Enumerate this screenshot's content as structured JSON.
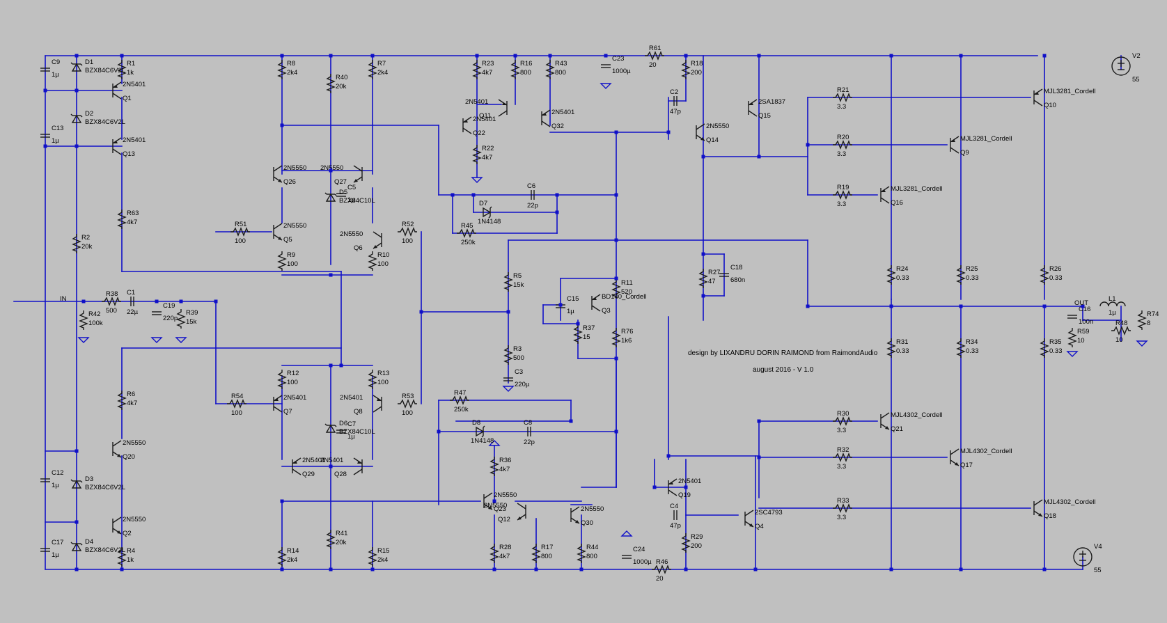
{
  "credits": {
    "designer": "design by LIXANDRU DORIN RAIMOND from RaimondAudio",
    "date": "august 2016 - V 1.0"
  },
  "ports": {
    "input": "IN",
    "output": "OUT"
  },
  "sources": [
    {
      "ref": "V2",
      "value": "55"
    },
    {
      "ref": "V4",
      "value": "55"
    }
  ],
  "resistors": [
    {
      "ref": "R1",
      "value": "1k"
    },
    {
      "ref": "R2",
      "value": "20k"
    },
    {
      "ref": "R3",
      "value": "500"
    },
    {
      "ref": "R4",
      "value": "1k"
    },
    {
      "ref": "R5",
      "value": "15k"
    },
    {
      "ref": "R6",
      "value": "4k7"
    },
    {
      "ref": "R7",
      "value": "2k4"
    },
    {
      "ref": "R8",
      "value": "2k4"
    },
    {
      "ref": "R9",
      "value": "100"
    },
    {
      "ref": "R10",
      "value": "100"
    },
    {
      "ref": "R11",
      "value": "520"
    },
    {
      "ref": "R12",
      "value": "100"
    },
    {
      "ref": "R13",
      "value": "100"
    },
    {
      "ref": "R14",
      "value": "2k4"
    },
    {
      "ref": "R15",
      "value": "2k4"
    },
    {
      "ref": "R16",
      "value": "800"
    },
    {
      "ref": "R17",
      "value": "800"
    },
    {
      "ref": "R18",
      "value": "200"
    },
    {
      "ref": "R19",
      "value": "3.3"
    },
    {
      "ref": "R20",
      "value": "3.3"
    },
    {
      "ref": "R21",
      "value": "3.3"
    },
    {
      "ref": "R22",
      "value": "4k7"
    },
    {
      "ref": "R23",
      "value": "4k7"
    },
    {
      "ref": "R24",
      "value": "0.33"
    },
    {
      "ref": "R25",
      "value": "0.33"
    },
    {
      "ref": "R26",
      "value": "0.33"
    },
    {
      "ref": "R27",
      "value": "47"
    },
    {
      "ref": "R28",
      "value": "4k7"
    },
    {
      "ref": "R29",
      "value": "200"
    },
    {
      "ref": "R30",
      "value": "3.3"
    },
    {
      "ref": "R31",
      "value": "0.33"
    },
    {
      "ref": "R32",
      "value": "3.3"
    },
    {
      "ref": "R33",
      "value": "3.3"
    },
    {
      "ref": "R34",
      "value": "0.33"
    },
    {
      "ref": "R35",
      "value": "0.33"
    },
    {
      "ref": "R36",
      "value": "4k7"
    },
    {
      "ref": "R37",
      "value": "15"
    },
    {
      "ref": "R38",
      "value": "500"
    },
    {
      "ref": "R39",
      "value": "15k"
    },
    {
      "ref": "R40",
      "value": "20k"
    },
    {
      "ref": "R41",
      "value": "20k"
    },
    {
      "ref": "R42",
      "value": "100k"
    },
    {
      "ref": "R43",
      "value": "800"
    },
    {
      "ref": "R44",
      "value": "800"
    },
    {
      "ref": "R45",
      "value": "250k"
    },
    {
      "ref": "R46",
      "value": "20"
    },
    {
      "ref": "R47",
      "value": "250k"
    },
    {
      "ref": "R48",
      "value": "10"
    },
    {
      "ref": "R51",
      "value": "100"
    },
    {
      "ref": "R52",
      "value": "100"
    },
    {
      "ref": "R53",
      "value": "100"
    },
    {
      "ref": "R54",
      "value": "100"
    },
    {
      "ref": "R59",
      "value": "10"
    },
    {
      "ref": "R61",
      "value": "20"
    },
    {
      "ref": "R63",
      "value": "4k7"
    },
    {
      "ref": "R74",
      "value": "8"
    },
    {
      "ref": "R76",
      "value": "1k6"
    }
  ],
  "capacitors": [
    {
      "ref": "C1",
      "value": "22µ"
    },
    {
      "ref": "C2",
      "value": "47p"
    },
    {
      "ref": "C3",
      "value": "220µ"
    },
    {
      "ref": "C4",
      "value": "47p"
    },
    {
      "ref": "C5",
      "value": "1µ"
    },
    {
      "ref": "C6",
      "value": "22p"
    },
    {
      "ref": "C7",
      "value": "1µ"
    },
    {
      "ref": "C8",
      "value": "22p"
    },
    {
      "ref": "C9",
      "value": "1µ"
    },
    {
      "ref": "C12",
      "value": "1µ"
    },
    {
      "ref": "C13",
      "value": "1µ"
    },
    {
      "ref": "C15",
      "value": "1µ"
    },
    {
      "ref": "C16",
      "value": "100n"
    },
    {
      "ref": "C17",
      "value": "1µ"
    },
    {
      "ref": "C18",
      "value": "680n"
    },
    {
      "ref": "C19",
      "value": "220p"
    },
    {
      "ref": "C23",
      "value": "1000µ"
    },
    {
      "ref": "C24",
      "value": "1000µ"
    }
  ],
  "diodes": [
    {
      "ref": "D1",
      "value": "BZX84C6V2L"
    },
    {
      "ref": "D2",
      "value": "BZX84C6V2L"
    },
    {
      "ref": "D3",
      "value": "BZX84C6V2L"
    },
    {
      "ref": "D4",
      "value": "BZX84C6V2L"
    },
    {
      "ref": "D5",
      "value": "BZX84C10L"
    },
    {
      "ref": "D6",
      "value": "BZX84C10L"
    },
    {
      "ref": "D7",
      "value": "1N4148"
    },
    {
      "ref": "D8",
      "value": "1N4148"
    }
  ],
  "inductors": [
    {
      "ref": "L1",
      "value": "1µ"
    }
  ],
  "transistors": [
    {
      "ref": "Q1",
      "value": "2N5401"
    },
    {
      "ref": "Q2",
      "value": "2N5550"
    },
    {
      "ref": "Q3",
      "value": "BD140_Cordell"
    },
    {
      "ref": "Q4",
      "value": "2SC4793"
    },
    {
      "ref": "Q5",
      "value": "2N5550"
    },
    {
      "ref": "Q6",
      "value": "2N5550"
    },
    {
      "ref": "Q7",
      "value": "2N5401"
    },
    {
      "ref": "Q8",
      "value": "2N5401"
    },
    {
      "ref": "Q9",
      "value": "MJL3281_Cordell"
    },
    {
      "ref": "Q10",
      "value": "MJL3281_Cordell"
    },
    {
      "ref": "Q11",
      "value": "2N5401"
    },
    {
      "ref": "Q12",
      "value": "2N5550"
    },
    {
      "ref": "Q13",
      "value": "2N5401"
    },
    {
      "ref": "Q14",
      "value": "2N5550"
    },
    {
      "ref": "Q15",
      "value": "2SA1837"
    },
    {
      "ref": "Q16",
      "value": "MJL3281_Cordell"
    },
    {
      "ref": "Q17",
      "value": "MJL4302_Cordell"
    },
    {
      "ref": "Q18",
      "value": "MJL4302_Cordell"
    },
    {
      "ref": "Q19",
      "value": "2N5401"
    },
    {
      "ref": "Q20",
      "value": "2N5550"
    },
    {
      "ref": "Q21",
      "value": "MJL4302_Cordell"
    },
    {
      "ref": "Q22",
      "value": "2N5401"
    },
    {
      "ref": "Q23",
      "value": "2N5550"
    },
    {
      "ref": "Q26",
      "value": "2N5550"
    },
    {
      "ref": "Q27",
      "value": "2N5550"
    },
    {
      "ref": "Q28",
      "value": "2N5401"
    },
    {
      "ref": "Q29",
      "value": "2N5401"
    },
    {
      "ref": "Q30",
      "value": "2N5550"
    },
    {
      "ref": "Q32",
      "value": "2N5401"
    }
  ]
}
